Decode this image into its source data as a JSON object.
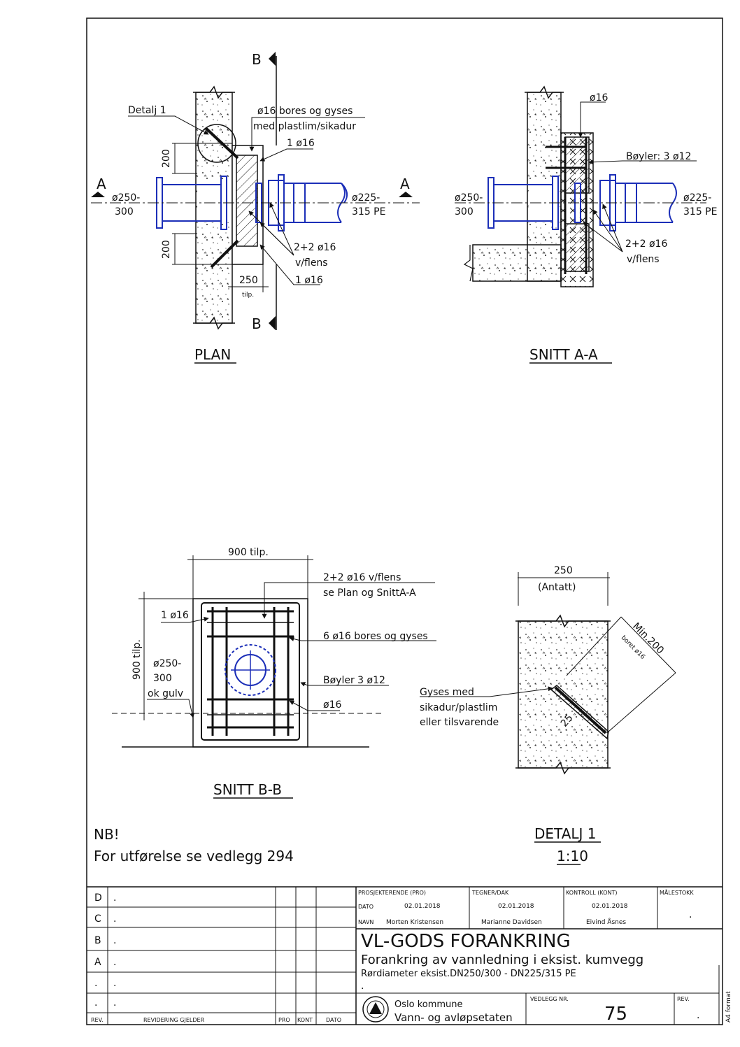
{
  "plan": {
    "title": "PLAN",
    "detalj_ref": "Detalj 1",
    "note_bores": "ø16 bores og gyses",
    "note_plastlim": "med plastlim/sikadur",
    "bar_top": "1 ø16",
    "bar_bottom": "1 ø16",
    "flange_bars": "2+2  ø16",
    "flange_bars_sub": "v/flens",
    "dim_200_top": "200",
    "dim_200_bottom": "200",
    "dim_250": "250",
    "dim_tilp": "tilp.",
    "pipe_left_1": "ø250-",
    "pipe_left_2": "300",
    "pipe_right_1": "ø225-",
    "pipe_right_2": "315 PE",
    "section_a": "A",
    "section_b": "B"
  },
  "snitt_aa": {
    "title": "SNITT A-A",
    "bar_top": "ø16",
    "boyler": "Bøyler: 3 ø12",
    "flange_bars": "2+2  ø16",
    "flange_bars_sub": "v/flens",
    "pipe_left_1": "ø250-",
    "pipe_left_2": "300",
    "pipe_right_1": "ø225-",
    "pipe_right_2": "315 PE"
  },
  "snitt_bb": {
    "title": "SNITT B-B",
    "dim_width": "900 tilp.",
    "dim_height": "900 tilp.",
    "flange_bars": "2+2 ø16 v/flens",
    "flange_ref": "se Plan og SnittA-A",
    "bar_1": "1 ø16",
    "bores": "6 ø16 bores og gyses",
    "pipe_1": "ø250-",
    "pipe_2": "300",
    "pipe_3": "ok gulv",
    "boyler": "Bøyler 3 ø12",
    "bar_2": "ø16"
  },
  "detalj": {
    "title": "DETALJ 1",
    "scale": "1:10",
    "dim_250": "250",
    "dim_antatt": "(Antatt)",
    "min_200": "Min.200",
    "boret": "boret ø16",
    "gyses_1": "Gyses med",
    "gyses_2": "sikadur/plastlim",
    "gyses_3": "eller tilsvarende",
    "dim_25": "25"
  },
  "notes": {
    "nb": "NB!",
    "ref": "For utførelse se vedlegg 294"
  },
  "revisions": {
    "rows": [
      {
        "rev": "D",
        "text": "."
      },
      {
        "rev": "C",
        "text": "."
      },
      {
        "rev": "B",
        "text": "."
      },
      {
        "rev": "A",
        "text": "."
      },
      {
        "rev": ".",
        "text": "."
      },
      {
        "rev": ".",
        "text": "."
      }
    ],
    "footer": {
      "rev": "REV.",
      "text": "REVIDERING GJELDER",
      "pro": "PRO",
      "kont": "KONT",
      "dato": "DATO"
    }
  },
  "titleblock": {
    "h_pro": "PROSJEKTERENDE (PRO)",
    "h_tegner": "TEGNER/DAK",
    "h_kontroll": "KONTROLL (KONT)",
    "h_malestokk": "MÅLESTOKK",
    "dato_label": "DATO",
    "navn_label": "NAVN",
    "pro_date": "02.01.2018",
    "pro_name": "Morten Kristensen",
    "tegner_date": "02.01.2018",
    "tegner_name": "Marianne Davidsen",
    "kontroll_date": "02.01.2018",
    "kontroll_name": "Eivind Åsnes",
    "malestokk": ".",
    "title": "VL-GODS FORANKRING",
    "subtitle": "Forankring av vannledning i eksist. kumvegg",
    "subtitle2": "Rørdiameter eksist.DN250/300 - DN225/315 PE",
    "dot": ".",
    "org_1": "Oslo kommune",
    "org_2": "Vann- og avløpsetaten",
    "vedlegg_label": "VEDLEGG NR.",
    "vedlegg_nr": "75",
    "rev_label": "REV.",
    "rev_value": ".",
    "format": "A4 format"
  }
}
